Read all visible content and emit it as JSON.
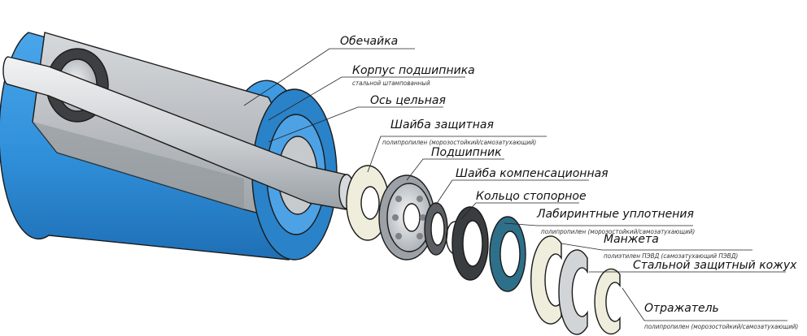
{
  "labels": [
    {
      "title": "Обечайка",
      "note": ""
    },
    {
      "title": "Корпус подшипника",
      "note": "стальной штампованный"
    },
    {
      "title": "Ось цельная",
      "note": ""
    },
    {
      "title": "Шайба защитная",
      "note": "полипропилен (морозостойкий/самозатухающий)"
    },
    {
      "title": "Подшипник",
      "note": ""
    },
    {
      "title": "Шайба компенсационная",
      "note": ""
    },
    {
      "title": "Кольцо стопорное",
      "note": ""
    },
    {
      "title": "Лабиринтные уплотнения",
      "note": "полипропилен (морозостойкий/самозатухающий)"
    },
    {
      "title": "Манжета",
      "note": "полиэтилен ПЭВД (самозатухающий ПЭВД)"
    },
    {
      "title": "Стальной защитный кожух",
      "note": ""
    },
    {
      "title": "Отражатель",
      "note": "полипропилен (морозостойкий/самозатухающий)"
    }
  ],
  "colors": {
    "shell_blue": "#2f8fd9",
    "shell_blue_dark": "#1f6fb5",
    "inner_gray": "#b9bec3",
    "metal_light": "#e3e5e7",
    "metal_mid": "#c4c8cc",
    "cream": "#efeddc",
    "seal_teal": "#2e6f8a",
    "ink": "#1a1a1a"
  }
}
